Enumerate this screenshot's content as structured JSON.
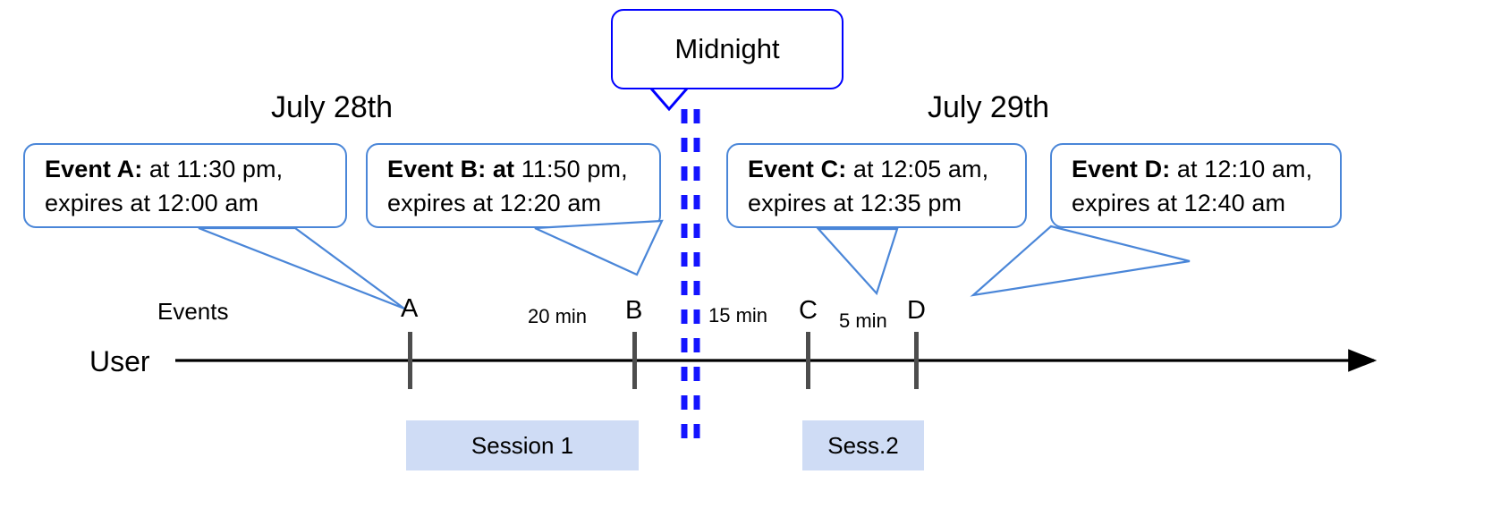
{
  "diagram": {
    "title": "Event expiry across midnight timeline",
    "colors": {
      "callout_border": "#4a86d8",
      "midnight_border": "#0000ff",
      "midnight_dash": "#1414ff",
      "session_fill": "#cfdcf5",
      "axis": "#000000",
      "tick": "#4d4d4d"
    }
  },
  "midnight": {
    "label": "Midnight"
  },
  "days": [
    {
      "label": "July 28th"
    },
    {
      "label": "July 29th"
    }
  ],
  "callouts": [
    {
      "name": "event-a",
      "bold": "Event A:",
      "line1_rest": " at 11:30 pm,",
      "line2": "expires at 12:00 am"
    },
    {
      "name": "event-b",
      "bold": "Event B: at",
      "line1_rest": " 11:50 pm,",
      "line2": "expires at 12:20 am"
    },
    {
      "name": "event-c",
      "bold": "Event C:",
      "line1_rest": " at 12:05 am,",
      "line2": "expires at 12:35 pm"
    },
    {
      "name": "event-d",
      "bold": "Event D:",
      "line1_rest": "  at 12:10 am,",
      "line2": "expires at 12:40 am"
    }
  ],
  "axis": {
    "row_label": "User",
    "events_label": "Events"
  },
  "ticks": [
    {
      "label": "A"
    },
    {
      "label": "B"
    },
    {
      "label": "C"
    },
    {
      "label": "D"
    }
  ],
  "gaps": [
    {
      "label": "20 min"
    },
    {
      "label": "15 min"
    },
    {
      "label": "5 min"
    }
  ],
  "sessions": [
    {
      "label": "Session 1"
    },
    {
      "label": "Sess.2"
    }
  ]
}
